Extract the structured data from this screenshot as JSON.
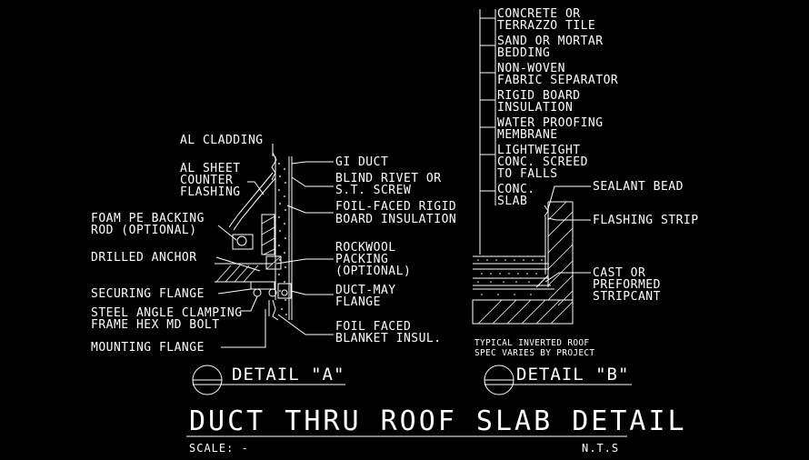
{
  "detail_a": {
    "label": "DETAIL \"A\"",
    "callouts": {
      "al_cladding": "AL CLADDING",
      "al_sheet_1": "AL SHEET",
      "al_sheet_2": "COUNTER",
      "al_sheet_3": "FLASHING",
      "foam_1": "FOAM PE BACKING",
      "foam_2": "ROD (OPTIONAL)",
      "drilled_anchor": "DRILLED ANCHOR",
      "securing_flange": "SECURING FLANGE",
      "steel_angle_1": "STEEL ANGLE CLAMPING",
      "steel_angle_2": "FRAME HEX MD BOLT",
      "mounting_flange": "MOUNTING FLANGE",
      "gi_duct": "GI DUCT",
      "blind_rivet_1": "BLIND RIVET OR",
      "blind_rivet_2": "S.T.  SCREW",
      "foil_rigid_1": "FOIL-FACED RIGID",
      "foil_rigid_2": "BOARD INSULATION",
      "rockwool_1": "ROCKWOOL",
      "rockwool_2": "PACKING",
      "rockwool_3": "(OPTIONAL)",
      "duct_may_1": "DUCT-MAY",
      "duct_may_2": "FLANGE",
      "foil_blanket_1": "FOIL FACED",
      "foil_blanket_2": "BLANKET INSUL."
    }
  },
  "detail_b": {
    "label": "DETAIL \"B\"",
    "layers": {
      "l1a": "CONCRETE OR",
      "l1b": "TERRAZZO TILE",
      "l2a": "SAND OR MORTAR",
      "l2b": "BEDDING",
      "l3a": "NON-WOVEN",
      "l3b": "FABRIC SEPARATOR",
      "l4a": "RIGID BOARD",
      "l4b": "INSULATION",
      "l5a": "WATER PROOFING",
      "l5b": "MEMBRANE",
      "l6a": "LIGHTWEIGHT",
      "l6b": "CONC.  SCREED",
      "l6c": "TO FALLS",
      "l7a": "CONC.",
      "l7b": "SLAB"
    },
    "callouts": {
      "sealant_bead": "SEALANT BEAD",
      "flashing_strip": "FLASHING STRIP",
      "cast_1": "CAST OR",
      "cast_2": "PREFORMED",
      "cast_3": "STRIPCANT"
    },
    "note_1": "TYPICAL INVERTED ROOF",
    "note_2": "SPEC VARIES BY PROJECT"
  },
  "title": "DUCT THRU ROOF SLAB DETAIL",
  "scale_label": "SCALE: -",
  "scale_value": "N.T.S",
  "colors": {
    "background": "#000000",
    "linework": "#ffffff"
  }
}
